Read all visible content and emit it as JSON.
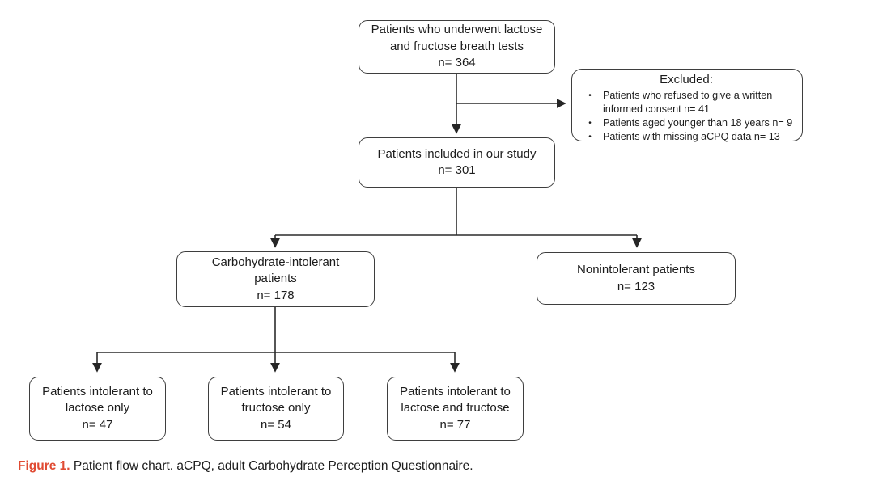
{
  "flowchart": {
    "node_breath_tests": {
      "text": "Patients who underwent lactose\nand fructose breath tests\nn= 364"
    },
    "node_excluded": {
      "title": "Excluded:",
      "bullet_char": "•",
      "items": [
        "Patients who refused to give a written informed consent n= 41",
        "Patients aged younger than 18 years n= 9",
        "Patients with missing aCPQ data n= 13"
      ]
    },
    "node_included": {
      "text": "Patients included in our study\nn= 301"
    },
    "node_carb_intolerant": {
      "text": "Carbohydrate-intolerant\npatients\nn= 178"
    },
    "node_nonintolerant": {
      "text": "Nonintolerant patients\nn= 123"
    },
    "node_lactose_only": {
      "text": "Patients intolerant to\nlactose only\nn= 47"
    },
    "node_fructose_only": {
      "text": "Patients intolerant to\nfructose only\nn= 54"
    },
    "node_lactose_fructose": {
      "text": "Patients intolerant to\nlactose and fructose\nn= 77"
    }
  },
  "caption": {
    "label": "Figure 1.",
    "text": " Patient flow chart. aCPQ, adult Carbohydrate Perception Questionnaire."
  },
  "colors": {
    "caption_label": "#e04a32",
    "box_border": "#3e3e3e",
    "connector": "#262626",
    "text": "#1c1c1c"
  }
}
